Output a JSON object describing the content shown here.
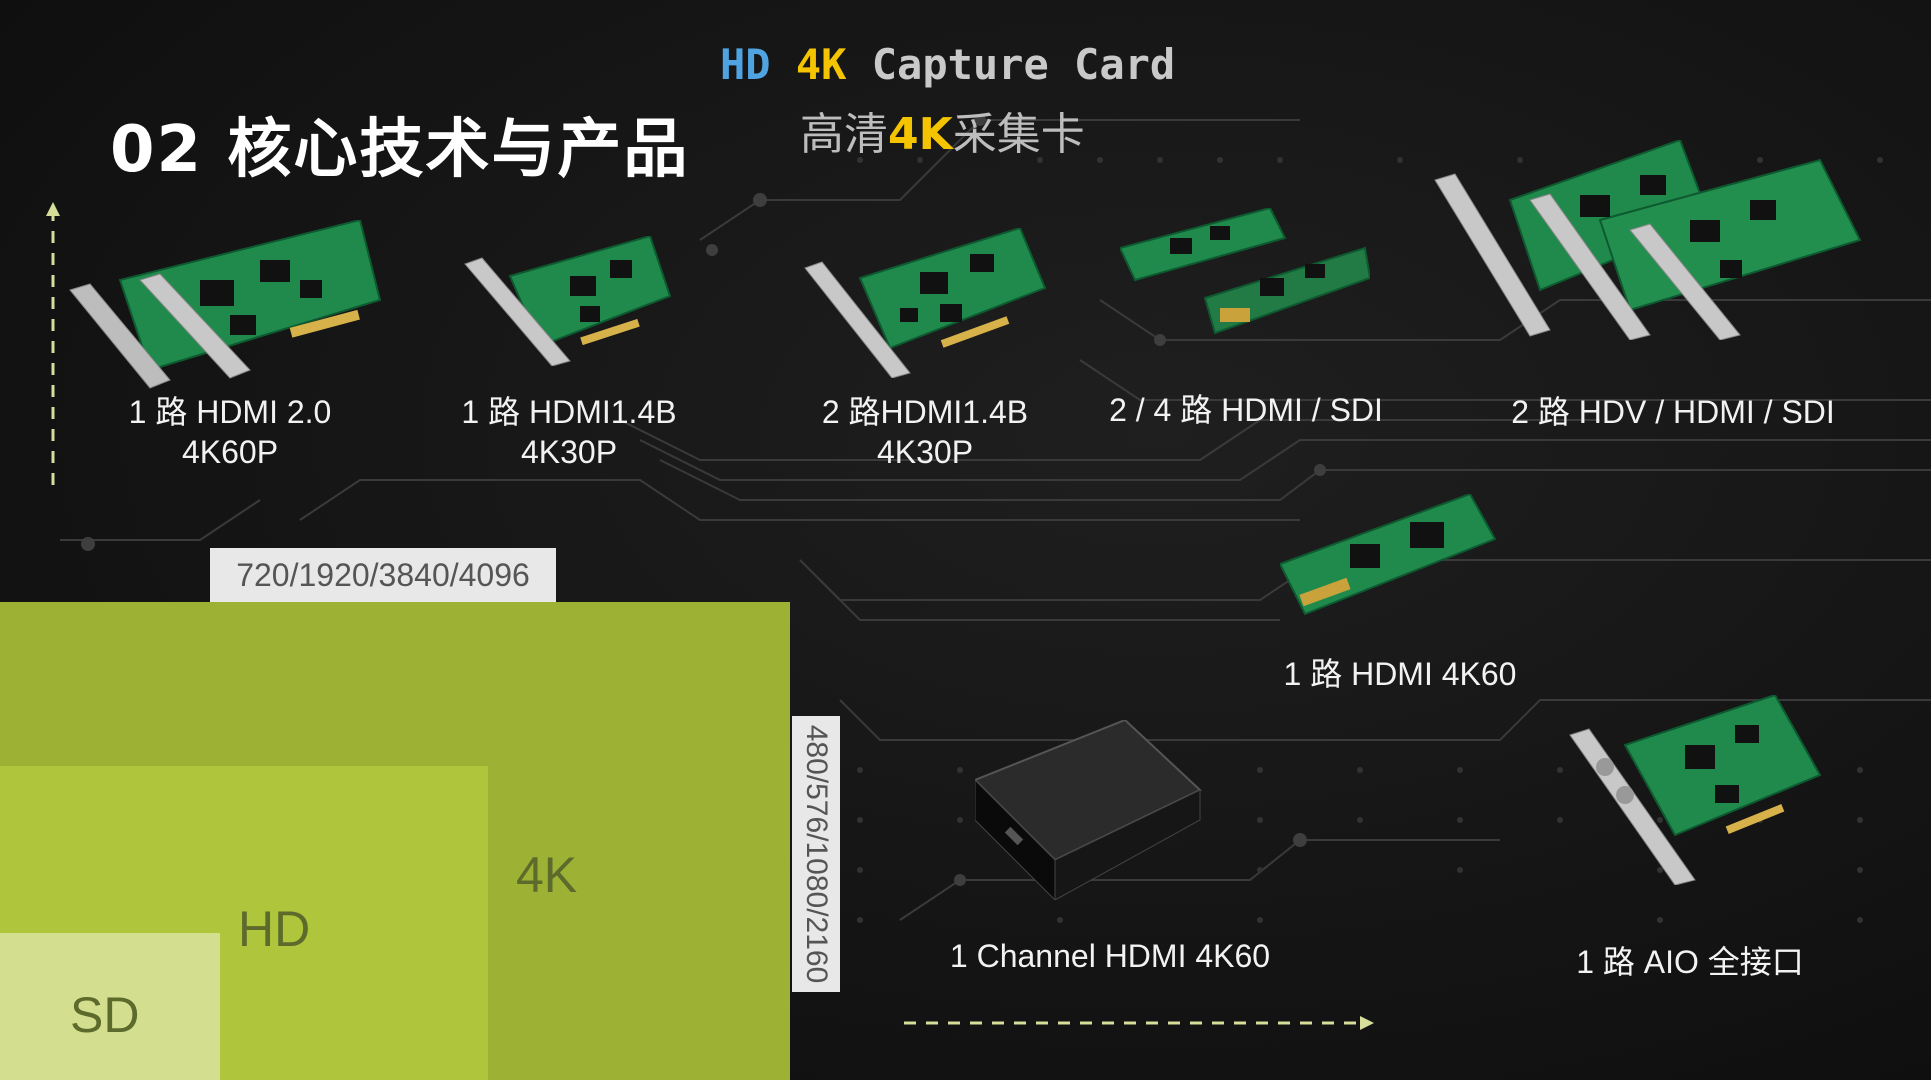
{
  "header": {
    "title": "02 核心技术与产品",
    "en_hd": "HD",
    "en_4k": "4K",
    "en_rest": "Capture Card",
    "cn_pre": "高清",
    "cn_4k": "4K",
    "cn_post": "采集卡"
  },
  "products": [
    {
      "line1": "1 路 HDMI 2.0",
      "line2": "4K60P"
    },
    {
      "line1": "1 路 HDMI1.4B",
      "line2": "4K30P"
    },
    {
      "line1": "2 路HDMI1.4B",
      "line2": "4K30P"
    },
    {
      "line1": "2 / 4 路 HDMI / SDI"
    },
    {
      "line1": "2 路 HDV / HDMI / SDI"
    },
    {
      "line1": "1 路 HDMI 4K60"
    },
    {
      "line1": "1 Channel HDMI 4K60"
    },
    {
      "line1": "1 路 AIO 全接口"
    }
  ],
  "resolution": {
    "horizontal": "720/1920/3840/4096",
    "vertical": "480/576/1080/2160",
    "blocks": {
      "k4": "4K",
      "hd": "HD",
      "sd": "SD"
    }
  },
  "colors": {
    "accent_blue": "#4fa3e0",
    "accent_yellow": "#f5c400",
    "block_4k": "#9db234",
    "block_hd": "#aec53c",
    "block_sd": "#d3df8e",
    "pcb_green": "#1f8a4c"
  }
}
